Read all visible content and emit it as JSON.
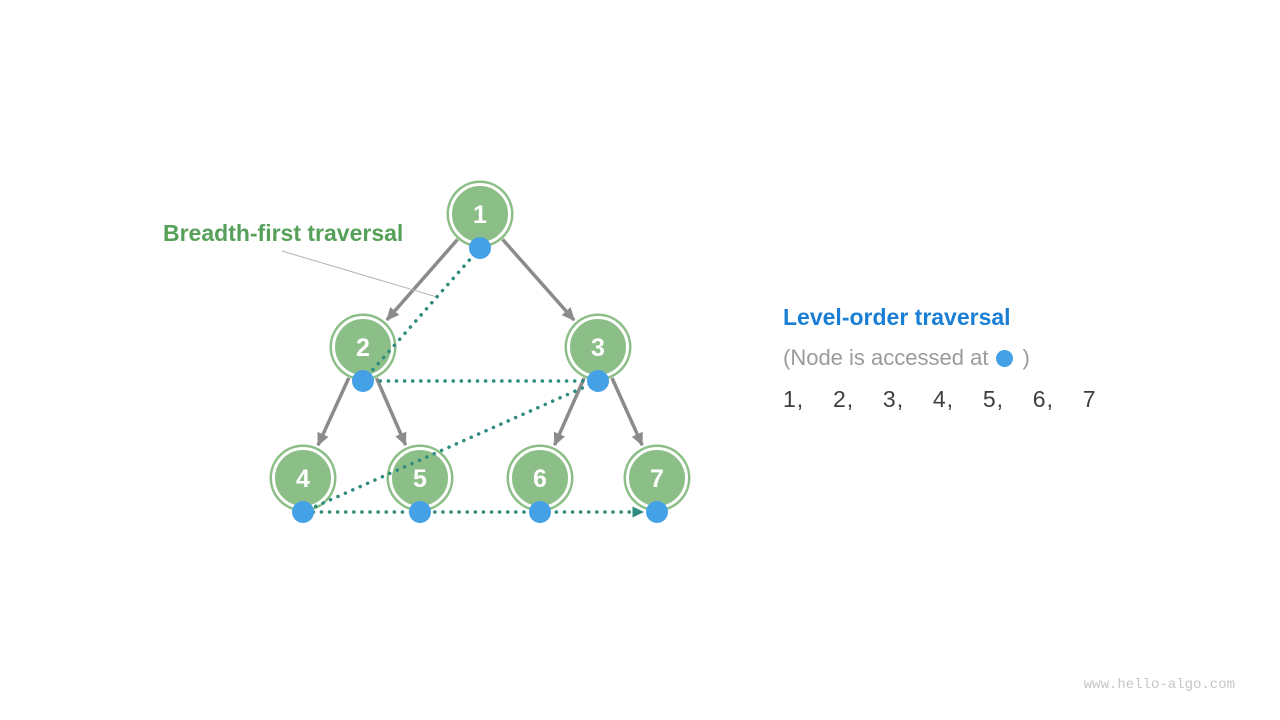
{
  "diagram": {
    "title": "Breadth-first traversal",
    "tree": {
      "nodes": [
        "1",
        "2",
        "3",
        "4",
        "5",
        "6",
        "7"
      ]
    },
    "traversal_order": [
      "1",
      "2",
      "3",
      "4",
      "5",
      "6",
      "7"
    ]
  },
  "legend": {
    "title": "Level-order traversal",
    "note_prefix": "(Node is accessed at",
    "note_suffix": ")",
    "sequence": "1,  2,  3,  4,  5,  6,  7"
  },
  "watermark": "www.hello-algo.com",
  "colors": {
    "node_fill": "#8cbf87",
    "node_ring": "#ffffff",
    "node_text": "#ffffff",
    "edge_gray": "#8b8b8b",
    "traversal_teal": "#2e8b7e",
    "access_dot_blue": "#44a1e6",
    "green_label": "#57a05a",
    "blue_label": "#1a7fd4",
    "note_gray": "#9b9b9b",
    "sequence_text": "#3e3e3e",
    "watermark_gray": "#c6c6c6"
  }
}
